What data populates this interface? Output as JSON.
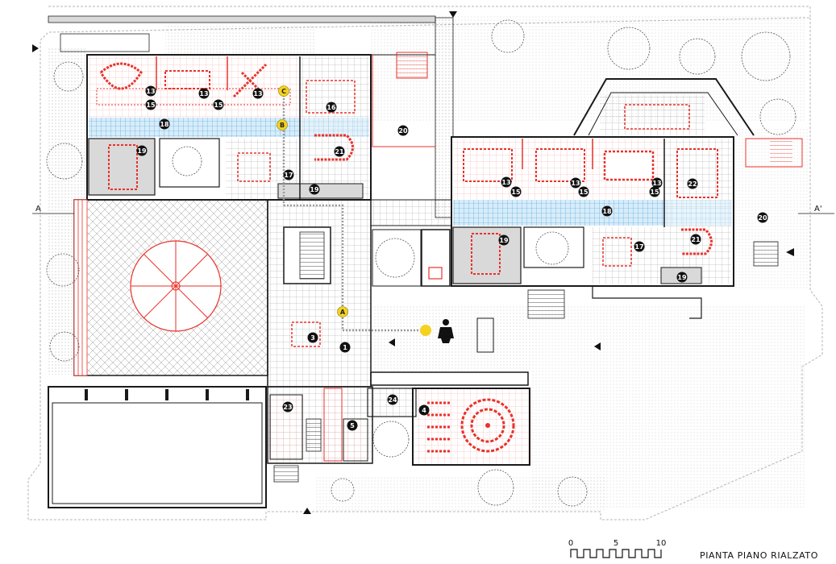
{
  "title": "PIANTA PIANO RIALZATO",
  "scale": {
    "labels": [
      "0",
      "5",
      "10"
    ]
  },
  "section_marks": {
    "left": "A",
    "right": "A'"
  },
  "colors": {
    "wall": "#1a1a1a",
    "furniture": "#e8322b",
    "corridor": "#3aa0e0",
    "tree": "#555555",
    "route": "#f4d21f"
  },
  "route_points": [
    "A",
    "B",
    "C"
  ],
  "room_numbers": [
    "1",
    "3",
    "4",
    "5",
    "13",
    "13",
    "13",
    "15",
    "15",
    "16",
    "17",
    "18",
    "19",
    "19",
    "20",
    "21",
    "23",
    "24",
    "13",
    "13",
    "13",
    "15",
    "15",
    "15",
    "17",
    "18",
    "19",
    "19",
    "20",
    "21",
    "22"
  ]
}
